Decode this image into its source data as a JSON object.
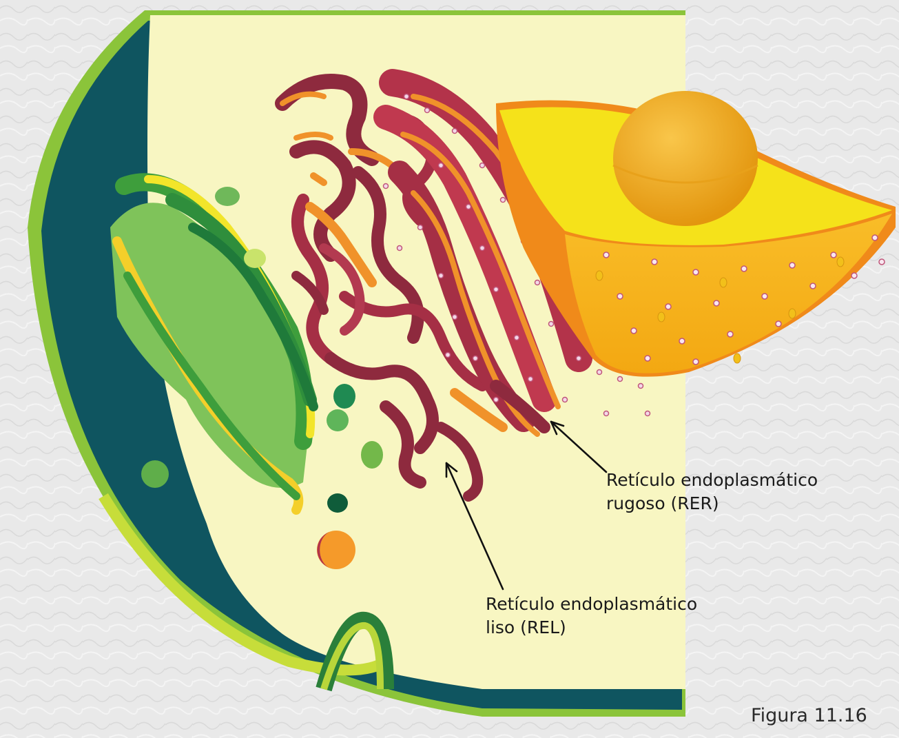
{
  "labels": {
    "rer": {
      "line1": "Retículo endoplasmático",
      "line2": "rugoso (RER)"
    },
    "rel": {
      "line1": "Retículo endoplasmático",
      "line2": "liso (REL)"
    },
    "figure": "Figura 11.16"
  },
  "colors": {
    "cell_membrane": "#7bb829",
    "cytoplasm_wall": "#0f5560",
    "cytoplasm": "#f8f6c2",
    "golgi": "#3e9e3c",
    "rough_er": "#b3334a",
    "smooth_er": "#8e2a3e",
    "er_edge": "#f0922a",
    "nucleus": "#f7b318",
    "nucleolus": "#f0a51c"
  }
}
